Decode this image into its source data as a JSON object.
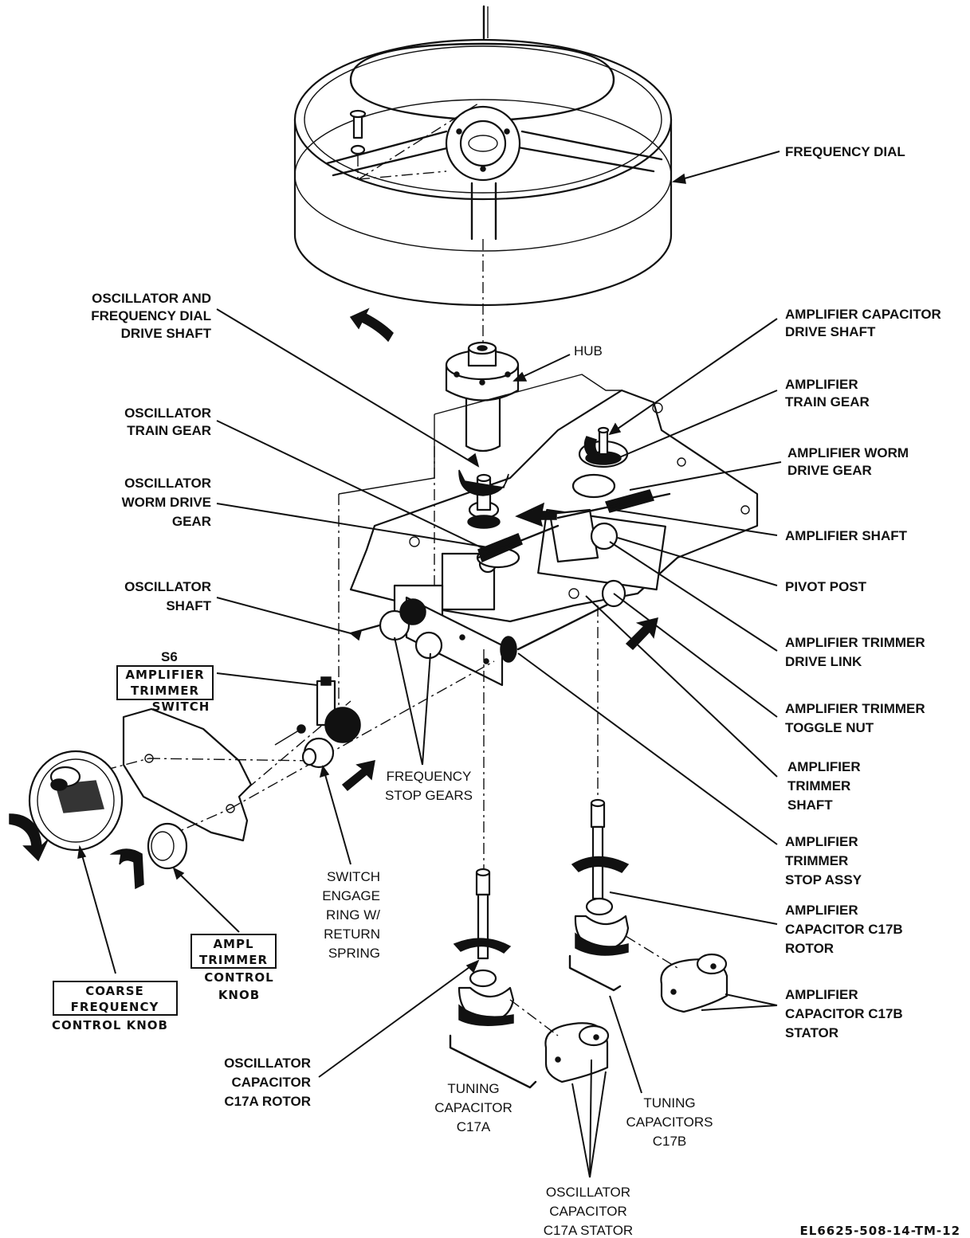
{
  "labels": {
    "frequency_dial": "FREQUENCY DIAL",
    "osc_freq_drive_shaft": [
      "OSCILLATOR AND",
      "FREQUENCY DIAL",
      "DRIVE SHAFT"
    ],
    "hub": "HUB",
    "amp_cap_drive_shaft": [
      "AMPLIFIER CAPACITOR",
      "DRIVE SHAFT"
    ],
    "amp_train_gear": [
      "AMPLIFIER",
      "TRAIN GEAR"
    ],
    "osc_train_gear": [
      "OSCILLATOR",
      "TRAIN GEAR"
    ],
    "amp_worm_drive_gear": [
      "AMPLIFIER WORM",
      "DRIVE GEAR"
    ],
    "osc_worm_drive_gear": [
      "OSCILLATOR",
      "WORM DRIVE",
      "GEAR"
    ],
    "amp_shaft": "AMPLIFIER SHAFT",
    "pivot_post": "PIVOT POST",
    "osc_shaft": [
      "OSCILLATOR",
      "SHAFT"
    ],
    "amp_trimmer_drive_link": [
      "AMPLIFIER TRIMMER",
      "DRIVE LINK"
    ],
    "s6": "S6",
    "amp_trimmer_switch": [
      "AMPLIFIER",
      "TRIMMER",
      "SWITCH"
    ],
    "amp_trimmer_toggle_nut": [
      "AMPLIFIER TRIMMER",
      "TOGGLE NUT"
    ],
    "amp_trimmer_shaft": [
      "AMPLIFIER",
      "TRIMMER",
      "SHAFT"
    ],
    "frequency_stop_gears": [
      "FREQUENCY",
      "STOP GEARS"
    ],
    "amp_trimmer_stop_assy": [
      "AMPLIFIER",
      "TRIMMER",
      "STOP ASSY"
    ],
    "switch_engage_ring": [
      "SWITCH",
      "ENGAGE",
      "RING W/",
      "RETURN",
      "SPRING"
    ],
    "amp_cap_c17b_rotor": [
      "AMPLIFIER",
      "CAPACITOR C17B",
      "ROTOR"
    ],
    "ampl_trimmer_control_knob": [
      "AMPL",
      "TRIMMER",
      "CONTROL",
      "KNOB"
    ],
    "coarse_frequency_control_knob": [
      "COARSE",
      "FREQUENCY",
      "CONTROL KNOB"
    ],
    "amp_cap_c17b_stator": [
      "AMPLIFIER",
      "CAPACITOR C17B",
      "STATOR"
    ],
    "osc_cap_c17a_rotor": [
      "OSCILLATOR",
      "CAPACITOR",
      "C17A ROTOR"
    ],
    "tuning_cap_c17a": [
      "TUNING",
      "CAPACITOR",
      "C17A"
    ],
    "tuning_caps_c17b": [
      "TUNING",
      "CAPACITORS",
      "C17B"
    ],
    "osc_cap_c17a_stator": [
      "OSCILLATOR",
      "CAPACITOR",
      "C17A STATOR"
    ],
    "figure_id": "EL6625-508-14-TM-12"
  }
}
